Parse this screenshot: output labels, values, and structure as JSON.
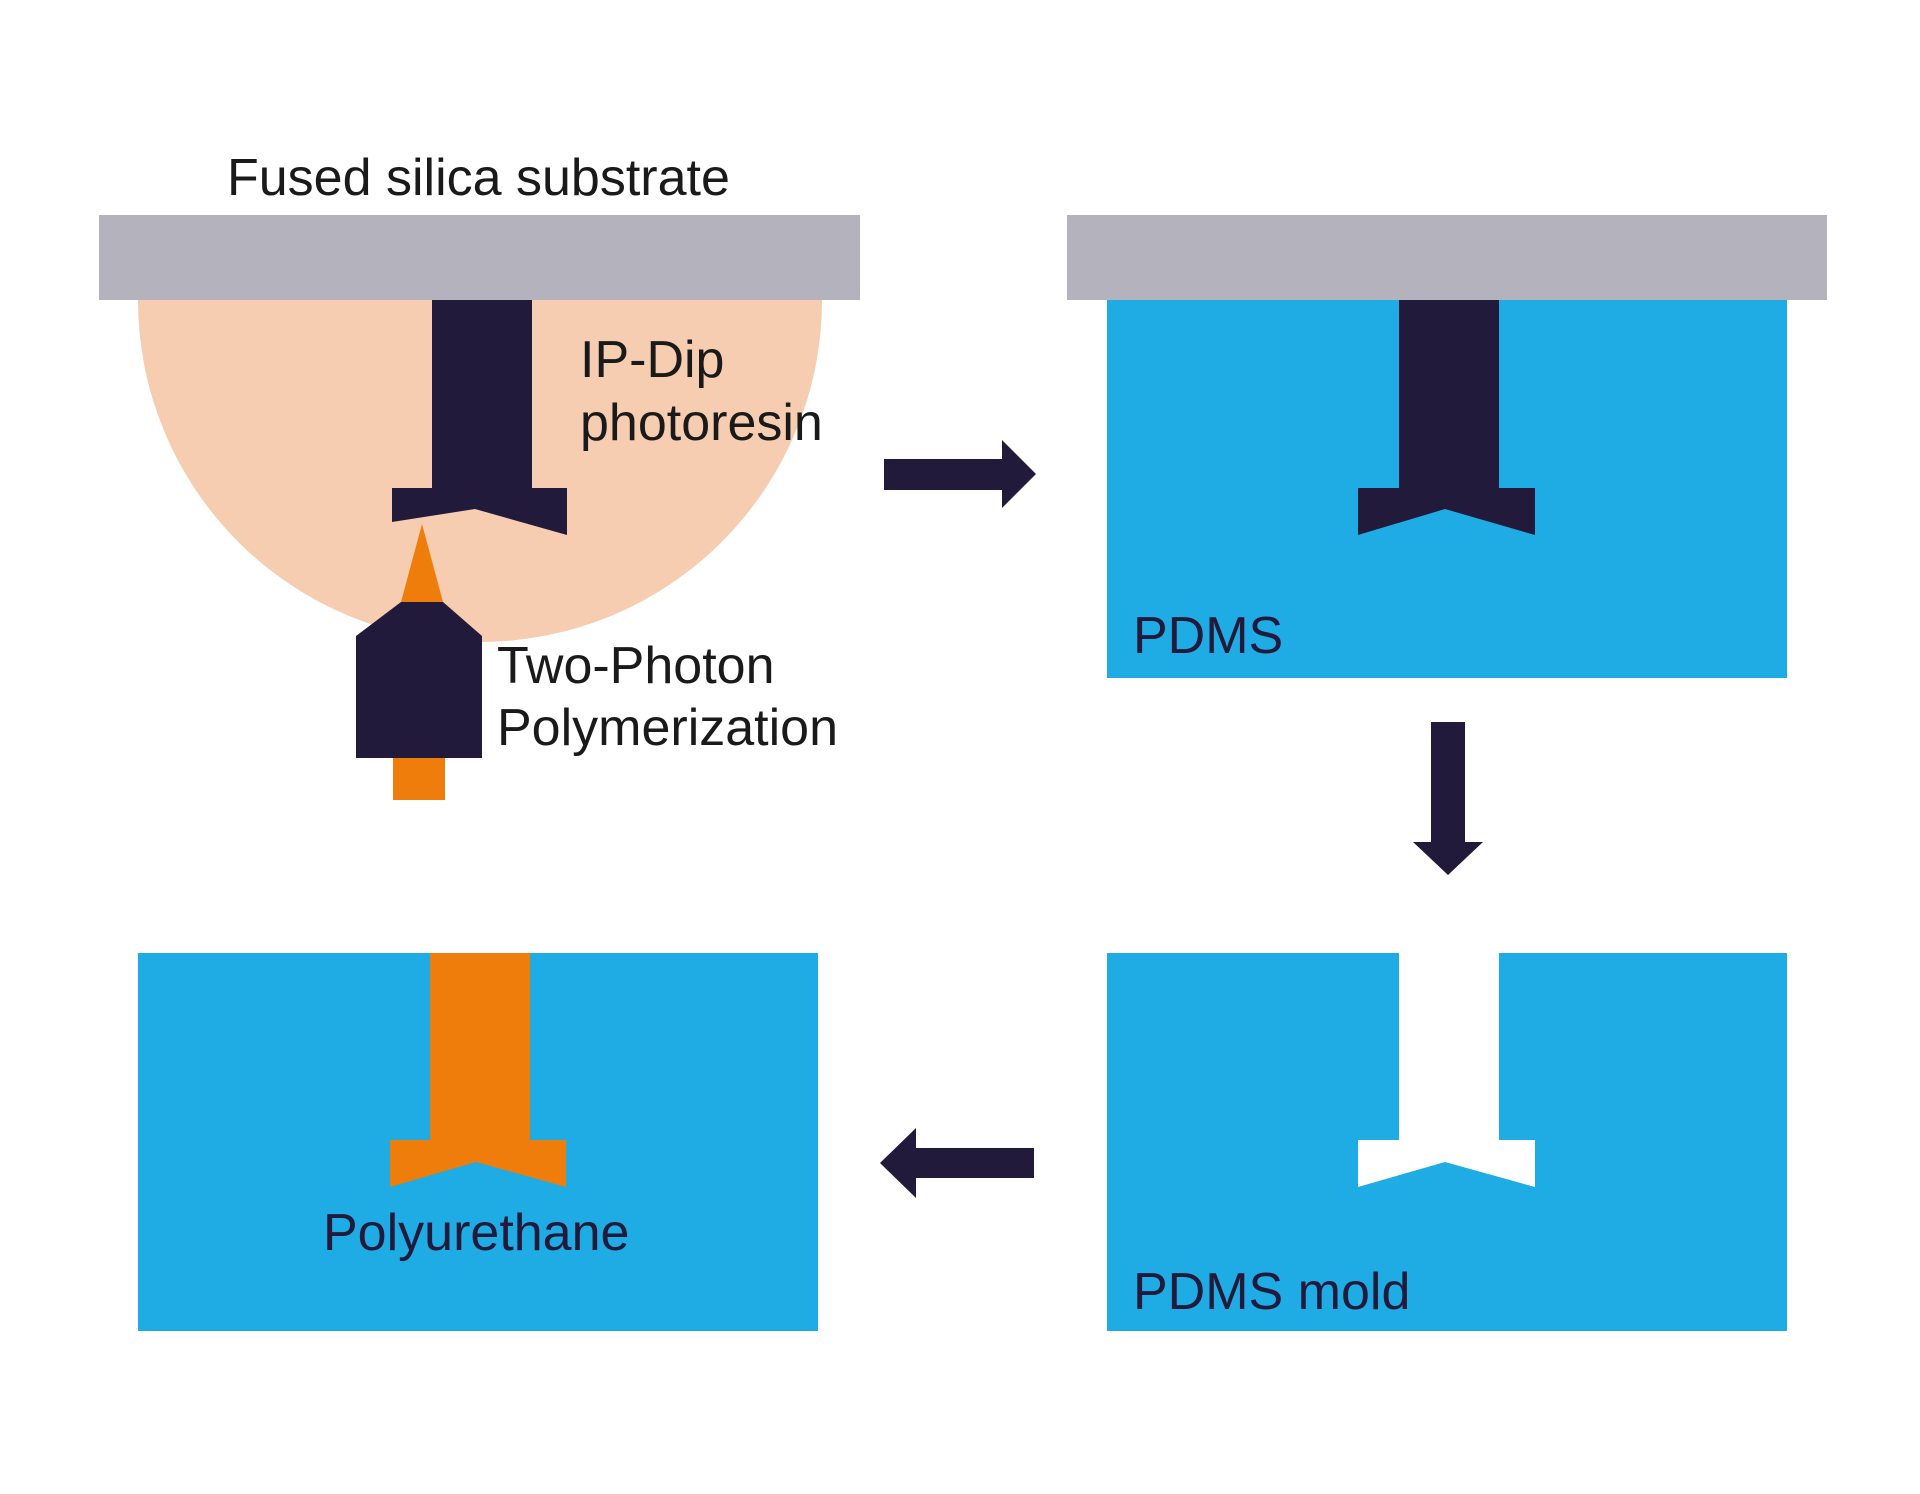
{
  "labels": {
    "substrate": "Fused silica substrate",
    "resin_line1": "IP-Dip",
    "resin_line2": "photoresin",
    "tpp_line1": "Two-Photon",
    "tpp_line2": "Polymerization",
    "pdms": "PDMS",
    "pdms_mold": "PDMS mold",
    "polyurethane": "Polyurethane"
  },
  "colors": {
    "substrate": "#b4b3bd",
    "resin": "#f6cdb0",
    "dark": "#221a3a",
    "pdms": "#1fabe4",
    "orange": "#ef7d0b",
    "background": "#ffffff"
  },
  "arrows": [
    "arrow-right",
    "arrow-down",
    "arrow-left"
  ]
}
